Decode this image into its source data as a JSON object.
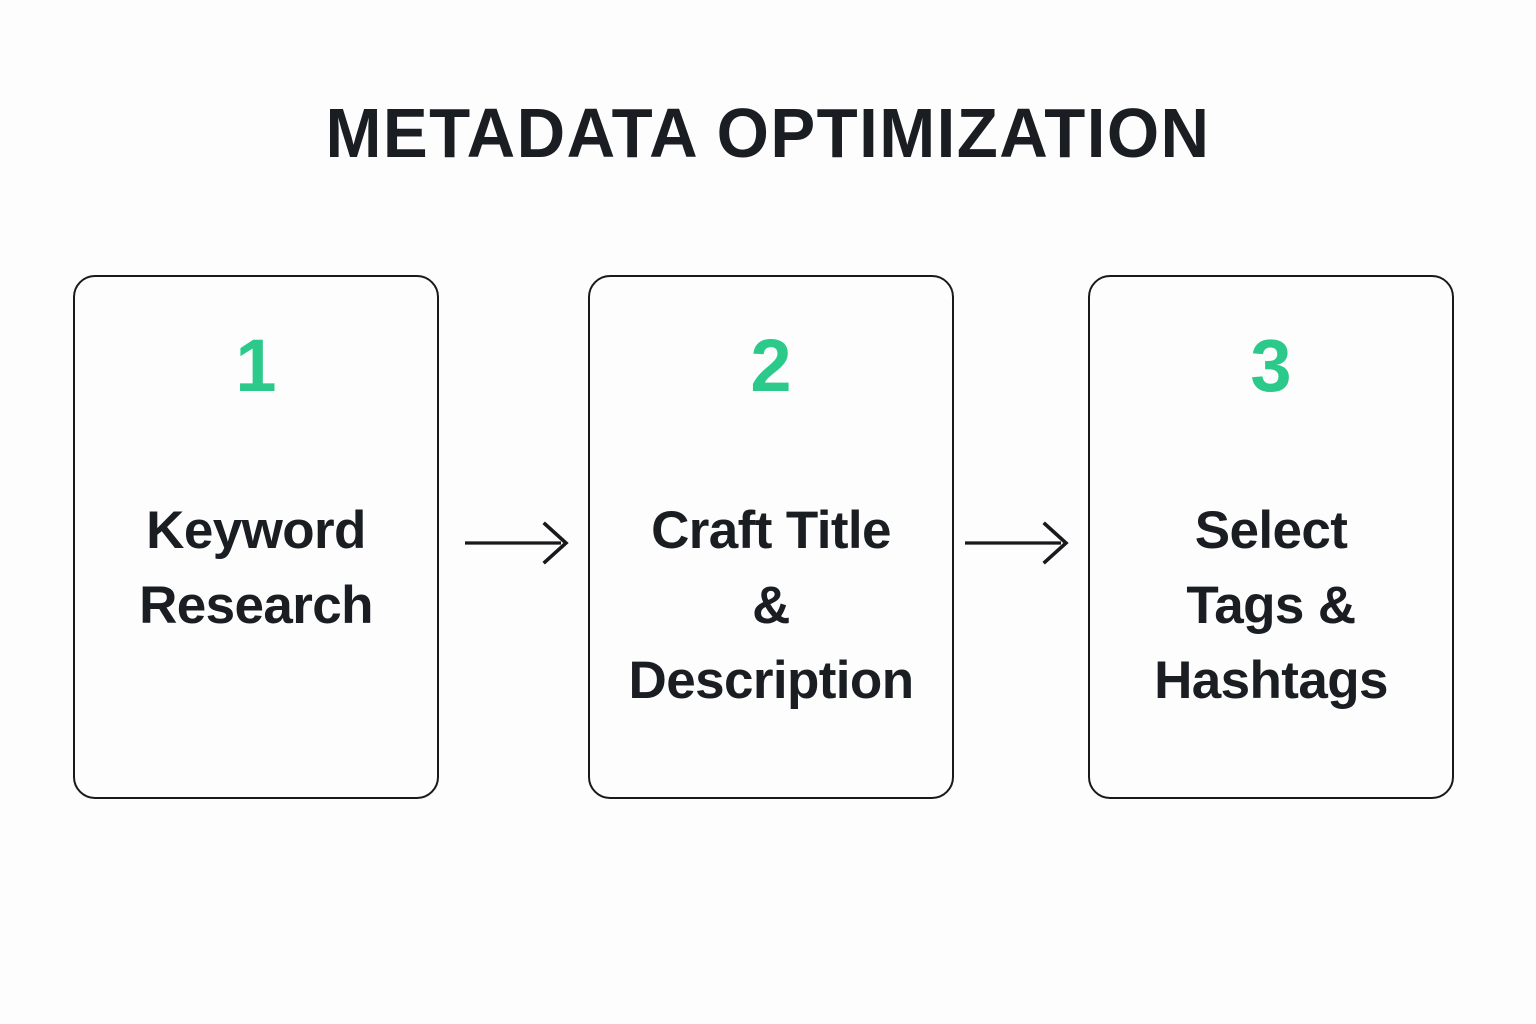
{
  "page": {
    "background_color": "#fdfdfd",
    "title": "METADATA OPTIMIZATION",
    "title_color": "#1a1e23"
  },
  "theme": {
    "accent_green": "#2bc98a",
    "text_dark": "#1a1e23",
    "card_border": "#17191c",
    "card_fill": "#fdfdfd",
    "arrow_color": "#17191c"
  },
  "diagram": {
    "type": "horizontal-step-flow",
    "step_count": 3,
    "steps": [
      {
        "number": "1",
        "label": "Keyword\nResearch",
        "label_lines": [
          "Keyword",
          "Research"
        ]
      },
      {
        "number": "2",
        "label": "Craft Title\n&\nDescription",
        "label_lines": [
          "Craft Title",
          "&",
          "Description"
        ]
      },
      {
        "number": "3",
        "label": "Select\nTags &\nHashtags",
        "label_lines": [
          "Select",
          "Tags &",
          "Hashtags"
        ]
      }
    ],
    "connectors": [
      {
        "icon": "arrow-right-icon",
        "from_step": "1",
        "to_step": "2"
      },
      {
        "icon": "arrow-right-icon",
        "from_step": "2",
        "to_step": "3"
      }
    ]
  }
}
